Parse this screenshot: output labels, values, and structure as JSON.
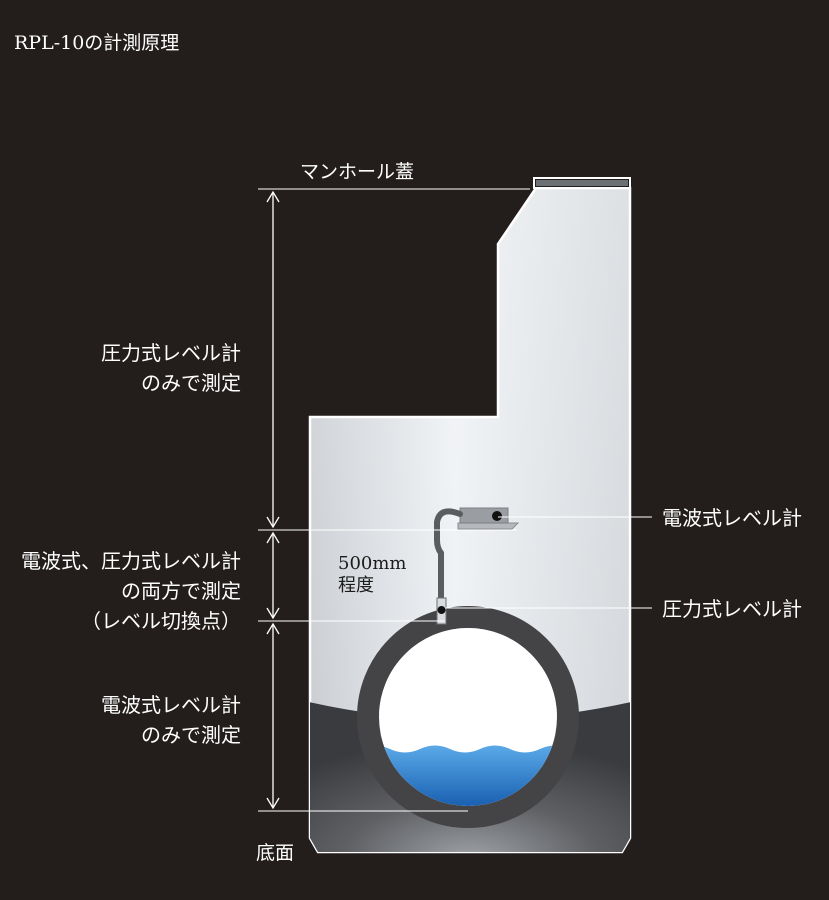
{
  "title": "RPL-10の計測原理",
  "labels": {
    "manhole_lid": "マンホール蓋",
    "zone_pressure_only": [
      "圧力式レベル計",
      "のみで測定"
    ],
    "zone_both": [
      "電波式、圧力式レベル計",
      "の両方で測定",
      "（レベル切換点）"
    ],
    "zone_radio_only": [
      "電波式レベル計",
      "のみで測定"
    ],
    "bottom": "底面",
    "radio_sensor": "電波式レベル計",
    "pressure_sensor": "圧力式レベル計",
    "offset": [
      "500mm",
      "程度"
    ]
  },
  "colors": {
    "background": "#231e1c",
    "chamber_light": "#e4e8ec",
    "sediment_dark": "#4a4c50",
    "pipe_ring": "#454547",
    "water": "#1f73c6",
    "lines": "#ffffff"
  }
}
